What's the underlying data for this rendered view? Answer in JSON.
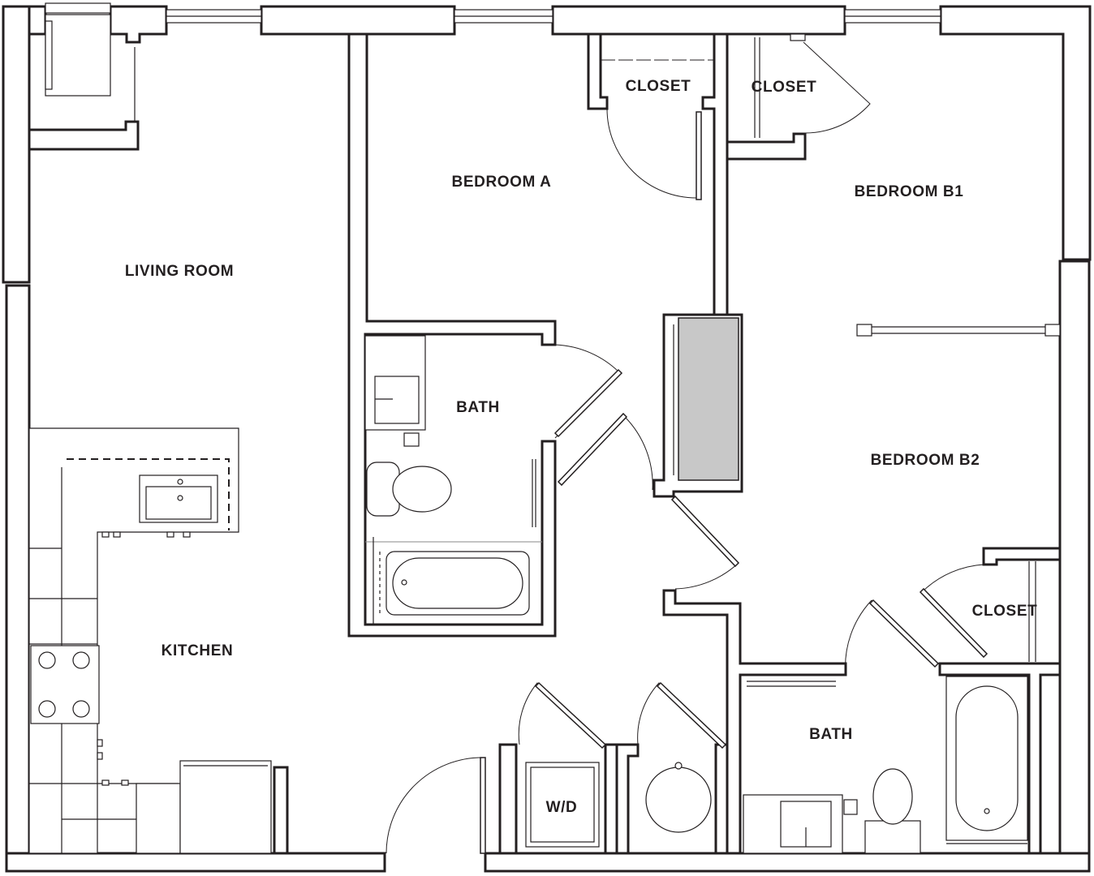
{
  "title": "",
  "rooms": {
    "living_room": "LIVING ROOM",
    "bedroom_a": "BEDROOM A",
    "closet_a": "CLOSET",
    "closet_b1": "CLOSET",
    "bedroom_b1": "BEDROOM B1",
    "bath_a": "BATH",
    "bedroom_b2": "BEDROOM B2",
    "closet_b2": "CLOSET",
    "kitchen": "KITCHEN",
    "washer_dryer": "W/D",
    "bath_b": "BATH"
  },
  "colors": {
    "line": "#231f20",
    "storage_fill": "#c8c8c8",
    "background": "#ffffff"
  }
}
